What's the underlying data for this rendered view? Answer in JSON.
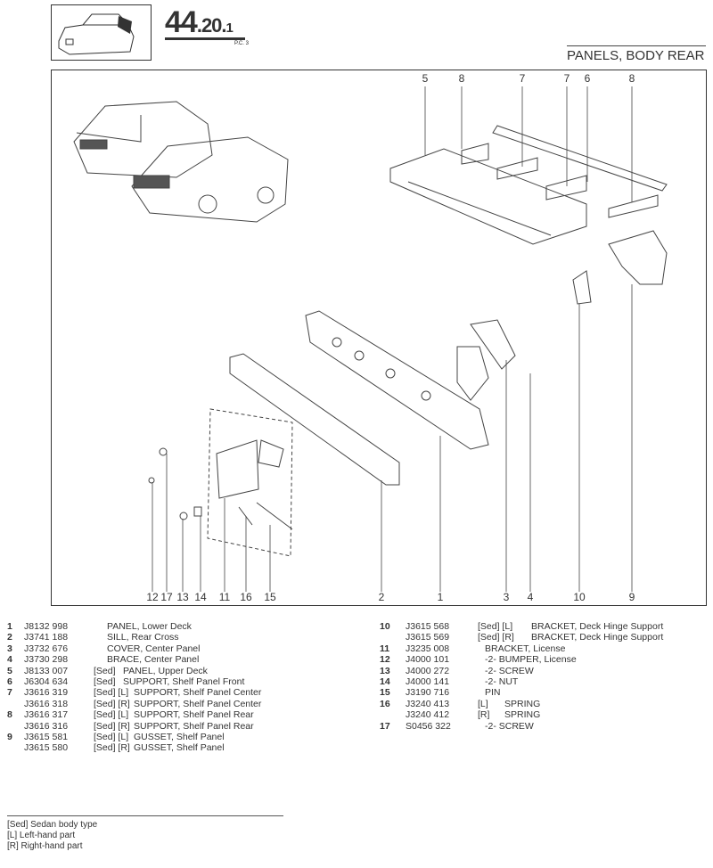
{
  "header": {
    "ref_main": "44",
    "ref_sub": ".20.",
    "ref_suffix": "1",
    "pc": "P.C. 3",
    "section_title": "PANELS, BODY REAR"
  },
  "callouts_top": [
    "5",
    "8",
    "7",
    "7",
    "6",
    "8"
  ],
  "callouts_bottom": [
    "12",
    "17",
    "13",
    "14",
    "11",
    "16",
    "15",
    "2",
    "1",
    "3",
    "4",
    "10",
    "9"
  ],
  "parts_left": [
    {
      "num": "1",
      "part": "J8132 998",
      "qual": "",
      "desc": "PANEL, Lower Deck"
    },
    {
      "num": "2",
      "part": "J3741 188",
      "qual": "",
      "desc": "SILL, Rear Cross"
    },
    {
      "num": "3",
      "part": "J3732 676",
      "qual": "",
      "desc": "COVER, Center Panel"
    },
    {
      "num": "4",
      "part": "J3730 298",
      "qual": "",
      "desc": "BRACE, Center Panel"
    },
    {
      "num": "5",
      "part": "J8133 007",
      "qual": "[Sed]",
      "desc": "PANEL, Upper Deck"
    },
    {
      "num": "6",
      "part": "J6304 634",
      "qual": "[Sed]",
      "desc": "SUPPORT, Shelf Panel Front"
    },
    {
      "num": "7",
      "part": "J3616 319",
      "qual": "[Sed] [L]",
      "desc": "SUPPORT, Shelf Panel Center"
    },
    {
      "num": "",
      "part": "J3616 318",
      "qual": "[Sed] [R]",
      "desc": "SUPPORT, Shelf Panel Center"
    },
    {
      "num": "8",
      "part": "J3616 317",
      "qual": "[Sed] [L]",
      "desc": "SUPPORT, Shelf Panel Rear"
    },
    {
      "num": "",
      "part": "J3616 316",
      "qual": "[Sed] [R]",
      "desc": "SUPPORT, Shelf Panel Rear"
    },
    {
      "num": "9",
      "part": "J3615 581",
      "qual": "[Sed] [L]",
      "desc": "GUSSET, Shelf Panel"
    },
    {
      "num": "",
      "part": "J3615 580",
      "qual": "[Sed] [R]",
      "desc": "GUSSET, Shelf Panel"
    }
  ],
  "parts_right": [
    {
      "num": "10",
      "part": "J3615 568",
      "qual": "[Sed] [L]",
      "desc": "BRACKET, Deck Hinge Support"
    },
    {
      "num": "",
      "part": "J3615 569",
      "qual": "[Sed] [R]",
      "desc": "BRACKET, Deck Hinge Support"
    },
    {
      "num": "11",
      "part": "J3235 008",
      "qual": "",
      "desc": "BRACKET, License"
    },
    {
      "num": "12",
      "part": "J4000 101",
      "qual": "",
      "desc": "-2- BUMPER, License"
    },
    {
      "num": "13",
      "part": "J4000 272",
      "qual": "",
      "desc": "-2- SCREW"
    },
    {
      "num": "14",
      "part": "J4000 141",
      "qual": "",
      "desc": "-2- NUT"
    },
    {
      "num": "15",
      "part": "J3190 716",
      "qual": "",
      "desc": "PIN"
    },
    {
      "num": "16",
      "part": "J3240 413",
      "qual": "[L]",
      "desc": "SPRING"
    },
    {
      "num": "",
      "part": "J3240 412",
      "qual": "[R]",
      "desc": "SPRING"
    },
    {
      "num": "17",
      "part": "S0456 322",
      "qual": "",
      "desc": "-2- SCREW"
    }
  ],
  "legend": [
    "[Sed] Sedan body type",
    "[L] Left-hand part",
    "[R] Right-hand part"
  ]
}
